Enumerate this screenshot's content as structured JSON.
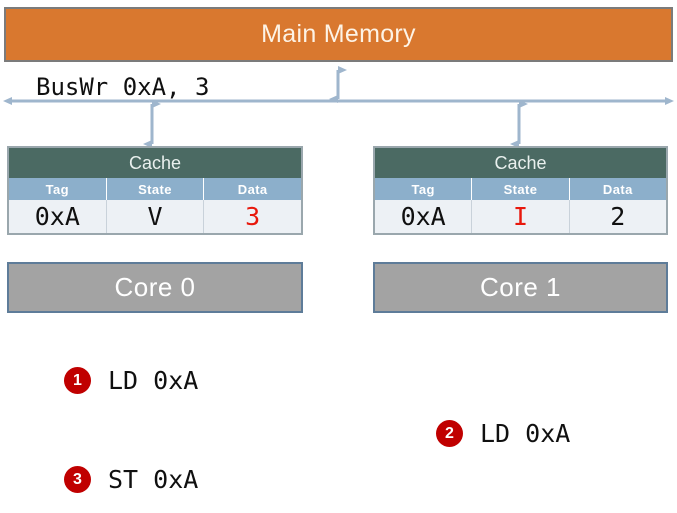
{
  "diagram": {
    "main_memory": {
      "label": "Main Memory"
    },
    "bus": {
      "label": "BusWr 0xA, 3"
    },
    "caches": [
      {
        "title": "Cache",
        "columns": [
          "Tag",
          "State",
          "Data"
        ],
        "row": [
          "0xA",
          "V",
          "3"
        ],
        "highlight": [
          false,
          false,
          true
        ]
      },
      {
        "title": "Cache",
        "columns": [
          "Tag",
          "State",
          "Data"
        ],
        "row": [
          "0xA",
          "I",
          "2"
        ],
        "highlight": [
          false,
          true,
          false
        ]
      }
    ],
    "cores": [
      {
        "label": "Core 0"
      },
      {
        "label": "Core 1"
      }
    ],
    "instructions": [
      {
        "num": "1",
        "text": "LD 0xA"
      },
      {
        "num": "2",
        "text": "LD 0xA"
      },
      {
        "num": "3",
        "text": "ST 0xA"
      }
    ],
    "colors": {
      "memory_fill": "#d9782f",
      "cache_title_fill": "#4b6a63",
      "cache_header_fill": "#8cafcb",
      "core_fill": "#a3a3a3",
      "badge_fill": "#c00000",
      "highlight_text": "#e8180c",
      "bus_line": "#9fb6cd"
    }
  }
}
